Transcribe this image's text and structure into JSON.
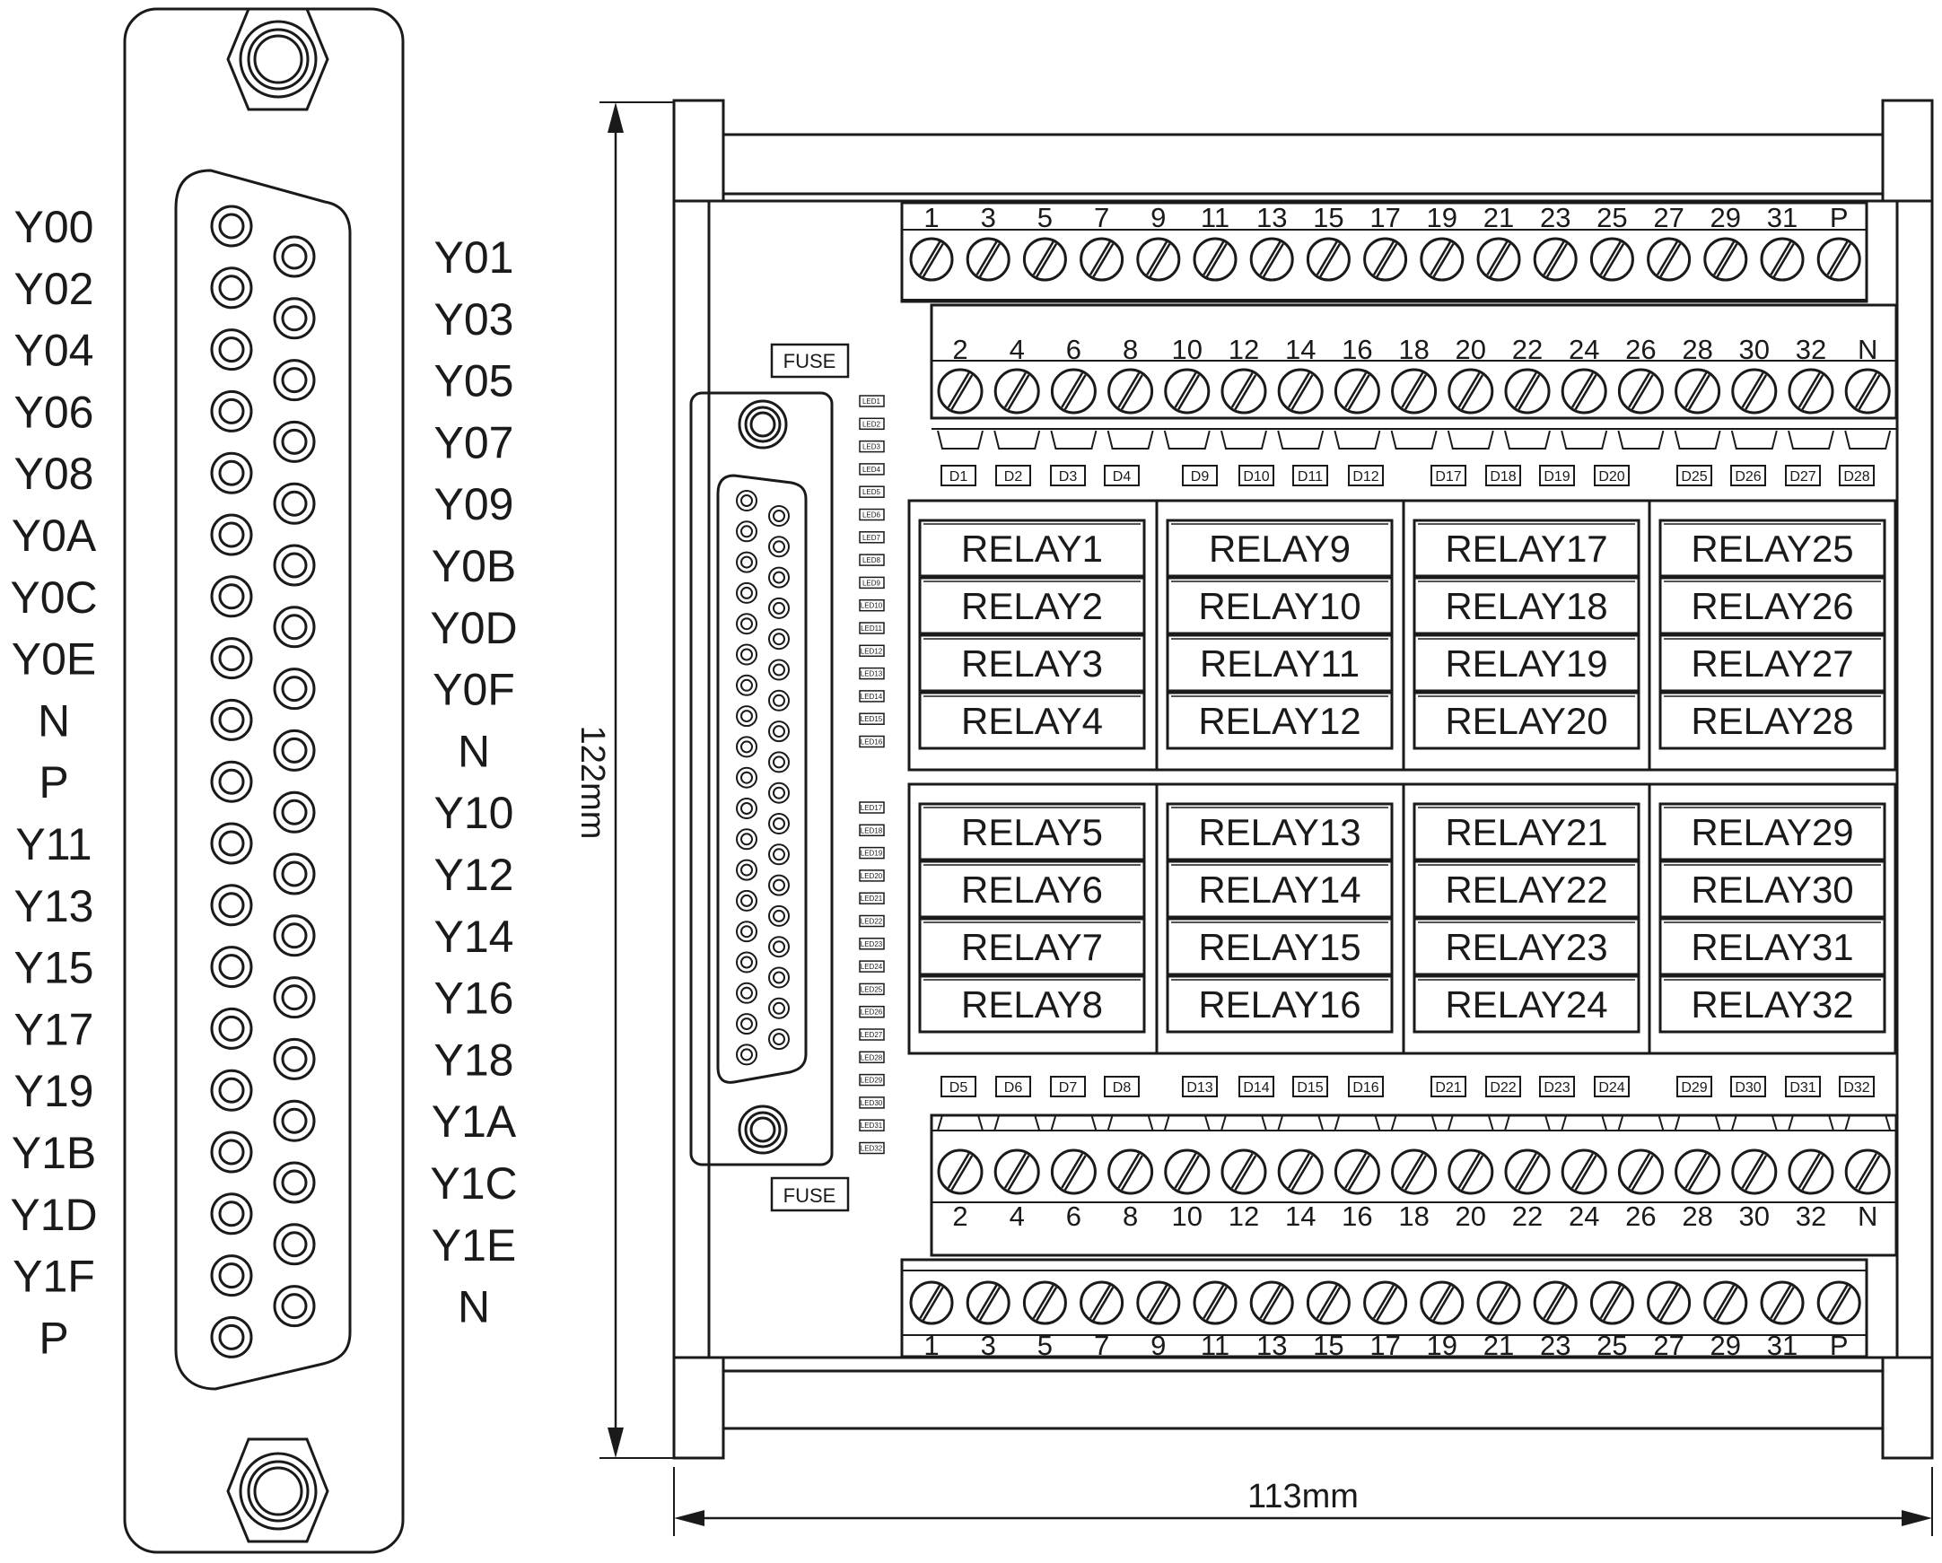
{
  "connector_labels": {
    "left_column": [
      "Y00",
      "Y02",
      "Y04",
      "Y06",
      "Y08",
      "Y0A",
      "Y0C",
      "Y0E",
      "N",
      "P",
      "Y11",
      "Y13",
      "Y15",
      "Y17",
      "Y19",
      "Y1B",
      "Y1D",
      "Y1F",
      "P"
    ],
    "right_column": [
      "Y01",
      "Y03",
      "Y05",
      "Y07",
      "Y09",
      "Y0B",
      "Y0D",
      "Y0F",
      "N",
      "Y10",
      "Y12",
      "Y14",
      "Y16",
      "Y18",
      "Y1A",
      "Y1C",
      "Y1E",
      "N"
    ]
  },
  "board": {
    "fuse_label": "FUSE",
    "relay_groups_top": [
      [
        "RELAY1",
        "RELAY2",
        "RELAY3",
        "RELAY4"
      ],
      [
        "RELAY9",
        "RELAY10",
        "RELAY11",
        "RELAY12"
      ],
      [
        "RELAY17",
        "RELAY18",
        "RELAY19",
        "RELAY20"
      ],
      [
        "RELAY25",
        "RELAY26",
        "RELAY27",
        "RELAY28"
      ]
    ],
    "relay_groups_bottom": [
      [
        "RELAY5",
        "RELAY6",
        "RELAY7",
        "RELAY8"
      ],
      [
        "RELAY13",
        "RELAY14",
        "RELAY15",
        "RELAY16"
      ],
      [
        "RELAY21",
        "RELAY22",
        "RELAY23",
        "RELAY24"
      ],
      [
        "RELAY29",
        "RELAY30",
        "RELAY31",
        "RELAY32"
      ]
    ],
    "diodes_top": [
      "D1",
      "D2",
      "D3",
      "D4",
      "D9",
      "D10",
      "D11",
      "D12",
      "D17",
      "D18",
      "D19",
      "D20",
      "D25",
      "D26",
      "D27",
      "D28"
    ],
    "diodes_bottom": [
      "D5",
      "D6",
      "D7",
      "D8",
      "D13",
      "D14",
      "D15",
      "D16",
      "D21",
      "D22",
      "D23",
      "D24",
      "D29",
      "D30",
      "D31",
      "D32"
    ],
    "terminals_odd": [
      "1",
      "3",
      "5",
      "7",
      "9",
      "11",
      "13",
      "15",
      "17",
      "19",
      "21",
      "23",
      "25",
      "27",
      "29",
      "31",
      "P"
    ],
    "terminals_even": [
      "2",
      "4",
      "6",
      "8",
      "10",
      "12",
      "14",
      "16",
      "18",
      "20",
      "22",
      "24",
      "26",
      "28",
      "30",
      "32",
      "N"
    ],
    "leds_top": [
      "LED1",
      "LED2",
      "LED3",
      "LED4",
      "LED5",
      "LED6",
      "LED7",
      "LED8",
      "LED9",
      "LED10",
      "LED11",
      "LED12",
      "LED13",
      "LED14",
      "LED15",
      "LED16"
    ],
    "leds_bottom": [
      "LED17",
      "LED18",
      "LED19",
      "LED20",
      "LED21",
      "LED22",
      "LED23",
      "LED24",
      "LED25",
      "LED26",
      "LED27",
      "LED28",
      "LED29",
      "LED30",
      "LED31",
      "LED32"
    ]
  },
  "dimensions": {
    "height_label": "122mm",
    "width_label": "113mm"
  }
}
